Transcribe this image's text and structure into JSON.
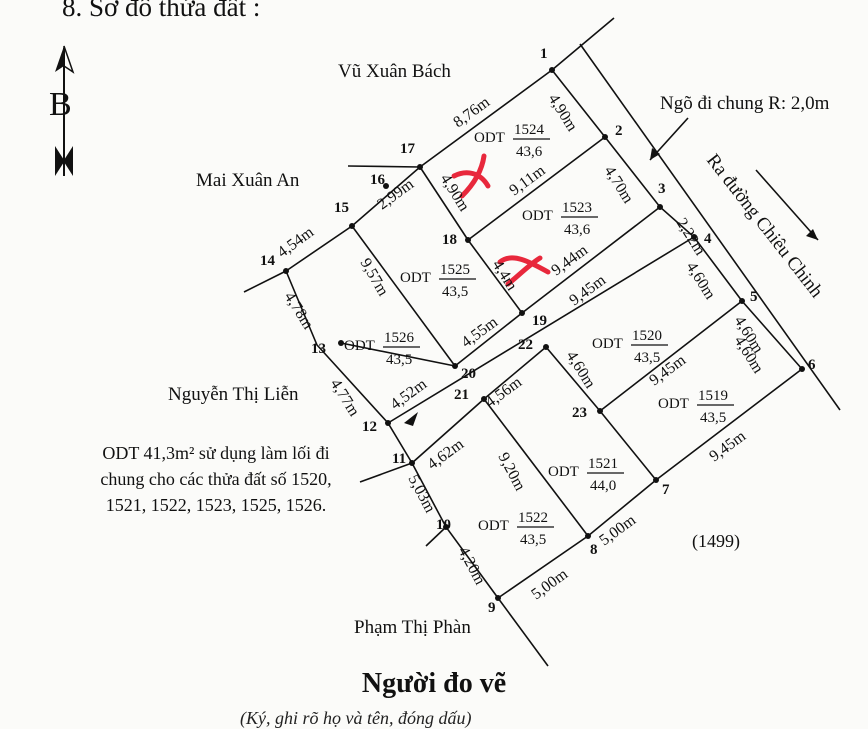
{
  "header": {
    "title": "8. Sơ đồ thửa đất :"
  },
  "north": {
    "letter": "B"
  },
  "neighbors": {
    "top": "Vũ Xuân Bách",
    "left_upper": "Mai Xuân An",
    "left_lower": "Nguyễn Thị Liễn",
    "bottom": "Phạm Thị Phàn"
  },
  "roads": {
    "lane_label": "Ngõ đi chung R: 2,0m",
    "exit_label": "Ra đường Chiêu Chinh"
  },
  "parcels": [
    {
      "id": "1524",
      "type": "ODT",
      "number": "1524",
      "area": "43,6",
      "crossed": true
    },
    {
      "id": "1523",
      "type": "ODT",
      "number": "1523",
      "area": "43,6",
      "crossed": false
    },
    {
      "id": "1525",
      "type": "ODT",
      "number": "1525",
      "area": "43,5",
      "crossed": true
    },
    {
      "id": "1526",
      "type": "ODT",
      "number": "1526",
      "area": "43,5",
      "crossed": false
    },
    {
      "id": "1520",
      "type": "ODT",
      "number": "1520",
      "area": "43,5",
      "crossed": false
    },
    {
      "id": "1519",
      "type": "ODT",
      "number": "1519",
      "area": "43,5",
      "crossed": false
    },
    {
      "id": "1521",
      "type": "ODT",
      "number": "1521",
      "area": "44,0",
      "crossed": false
    },
    {
      "id": "1522",
      "type": "ODT",
      "number": "1522",
      "area": "43,5",
      "crossed": false
    }
  ],
  "points": [
    "1",
    "2",
    "3",
    "4",
    "5",
    "6",
    "7",
    "8",
    "9",
    "10",
    "11",
    "12",
    "13",
    "14",
    "15",
    "16",
    "17",
    "18",
    "19",
    "20",
    "21",
    "22",
    "23"
  ],
  "dimensions": [
    "8,76m",
    "4,90m",
    "4,70m",
    "2,22m",
    "4,60m",
    "4,60m",
    "2,99m",
    "4,90m",
    "9,11m",
    "4,54m",
    "9,57m",
    "4,78m",
    "4,77m",
    "4,55m",
    "4,52m",
    "4,56m",
    "9,44m",
    "4,4m",
    "9,45m",
    "4,60m",
    "9,45m",
    "4,60m",
    "9,45m",
    "4,62m",
    "9,20m",
    "5,03m",
    "5,00m",
    "5,00m",
    "4,20m"
  ],
  "note": {
    "line1": "ODT 41,3m² sử dụng làm lối đi",
    "line2": "chung cho các thửa đất số 1520,",
    "line3": "1521, 1522, 1523, 1525, 1526."
  },
  "reference": "(1499)",
  "footer": {
    "drawer_title": "Người đo vẽ",
    "sign_note": "(Ký, ghi rõ họ và tên, đóng dấu)"
  },
  "colors": {
    "ink": "#111111",
    "mark": "#e8283c",
    "paper": "#fbfbf9"
  }
}
